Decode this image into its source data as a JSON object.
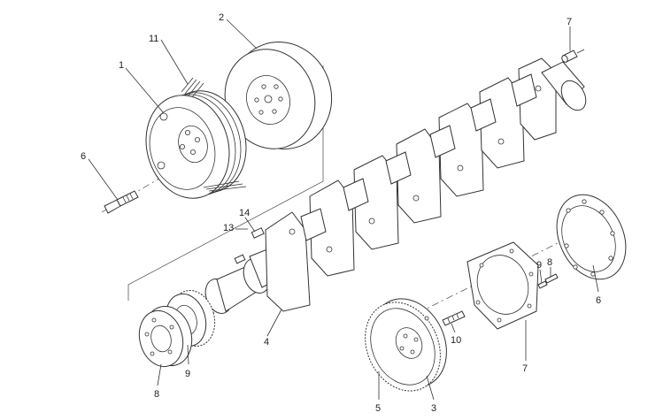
{
  "labels": {
    "p1": "1",
    "p2": "2",
    "p3": "3",
    "p4": "4",
    "p5": "5",
    "p6_bolt": "6",
    "p6_flange": "6",
    "p7_pin": "7",
    "p7_plate": "7",
    "p8_ring": "8",
    "p8_bolt": "8",
    "p9_gear": "9",
    "p9_pin": "9",
    "p10": "10",
    "p11": "11",
    "p13": "13",
    "p14": "14"
  },
  "colors": {
    "line": "#333333",
    "background": "#ffffff"
  }
}
